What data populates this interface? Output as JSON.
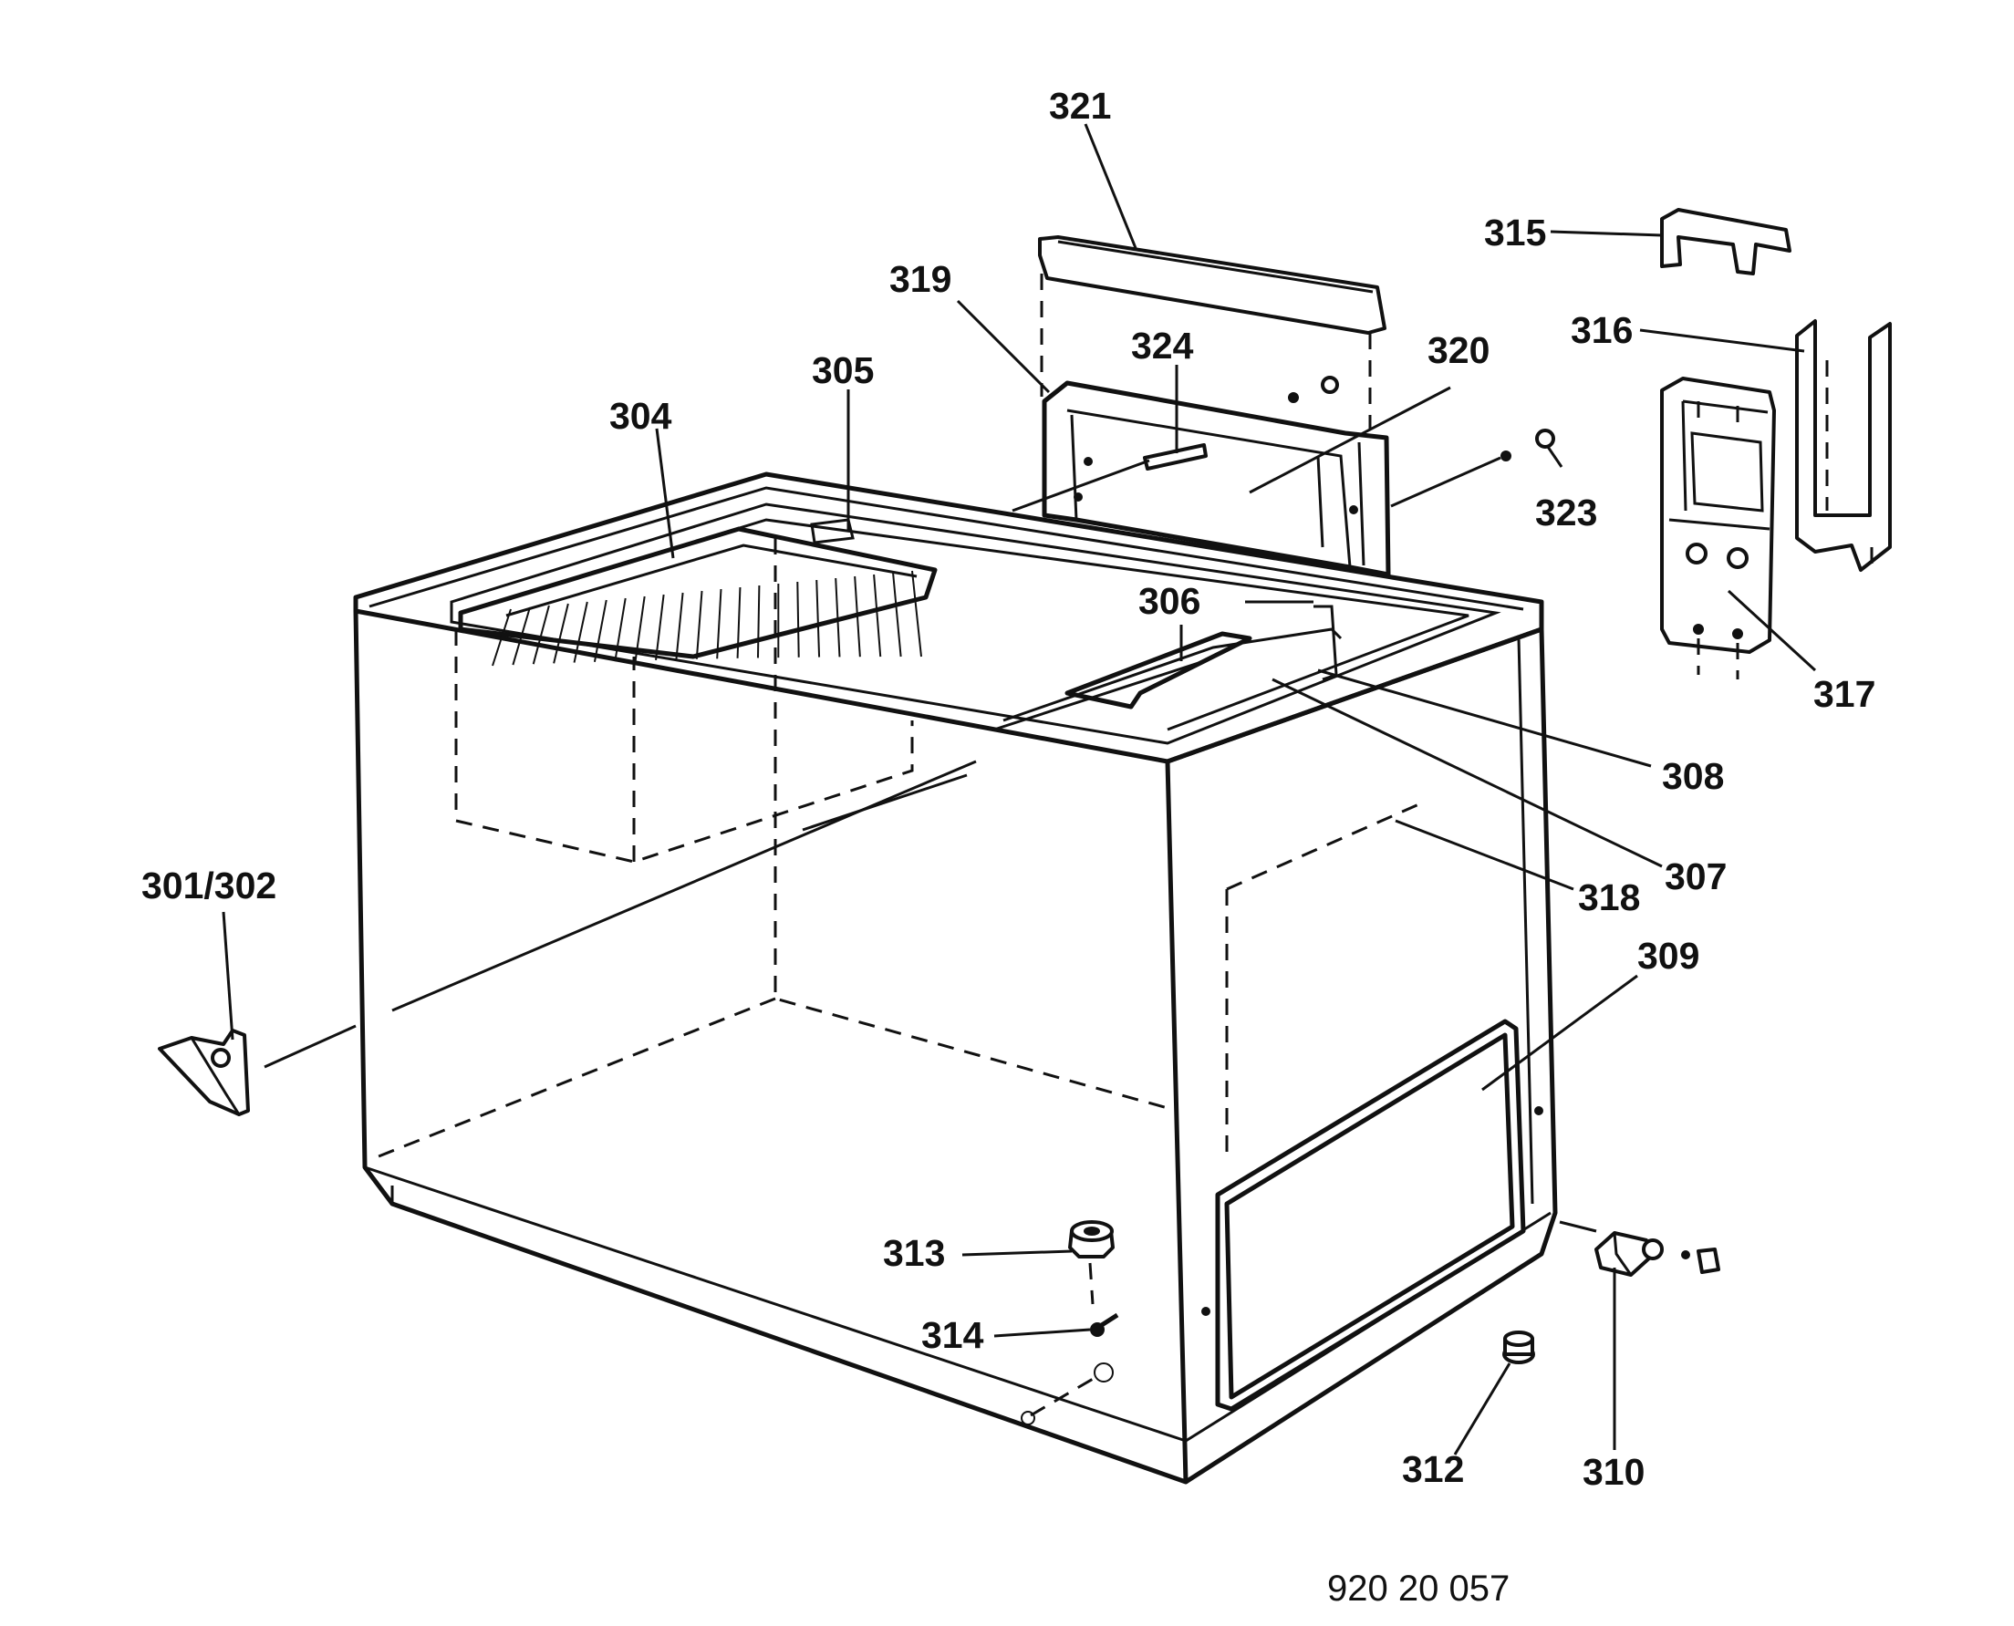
{
  "document_number": "920 20 057",
  "labels": {
    "p301_302": "301/302",
    "p304": "304",
    "p305": "305",
    "p306": "306",
    "p307": "307",
    "p308": "308",
    "p309": "309",
    "p310": "310",
    "p312": "312",
    "p313": "313",
    "p314": "314",
    "p315": "315",
    "p316": "316",
    "p317": "317",
    "p318": "318",
    "p319": "319",
    "p320": "320",
    "p321": "321",
    "p323": "323",
    "p324": "324"
  }
}
